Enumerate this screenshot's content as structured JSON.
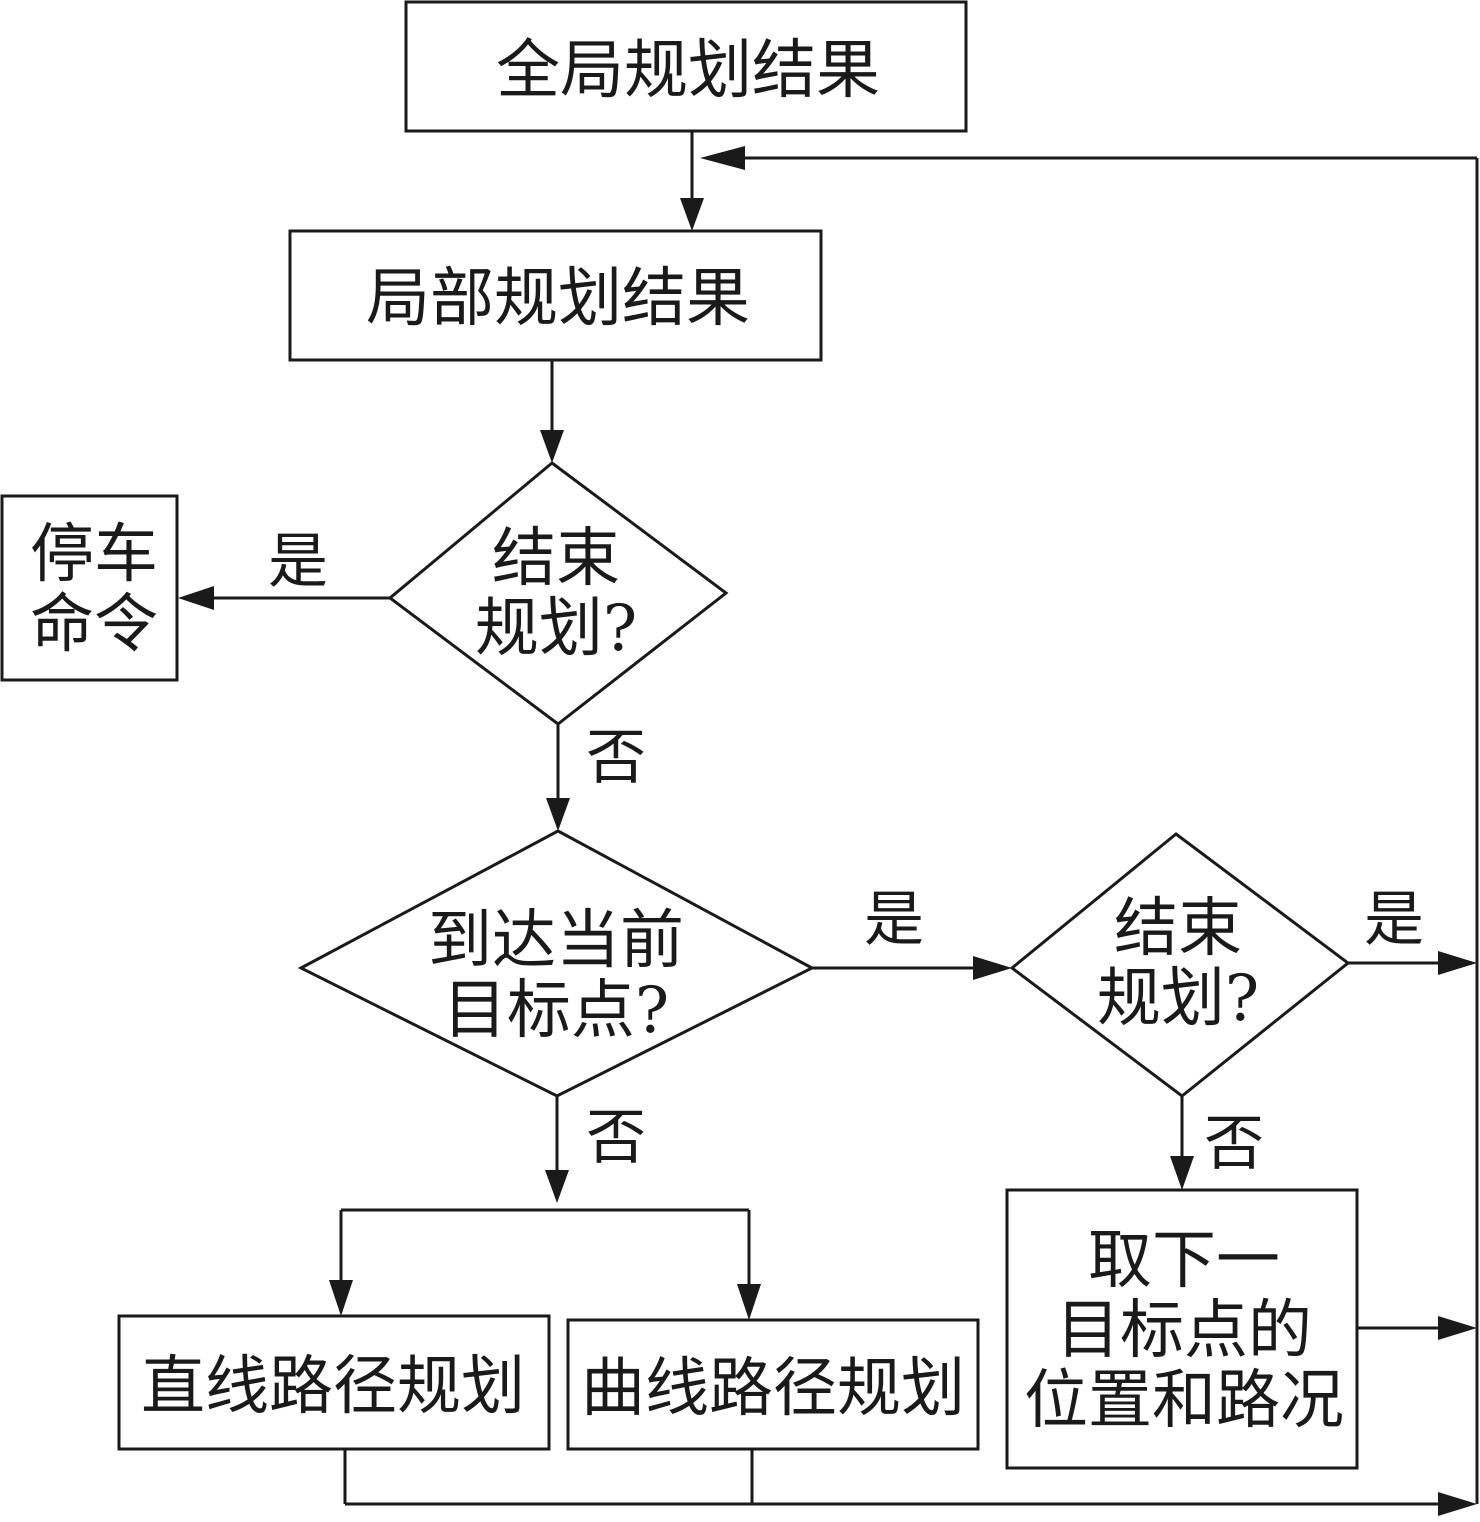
{
  "nodes": {
    "global_result": "全局规划结果",
    "local_result": "局部规划结果",
    "end_planning_1": [
      "结束",
      "规划?"
    ],
    "stop_command": [
      "停车",
      "命令"
    ],
    "reached_target": [
      "到达当前",
      "目标点?"
    ],
    "end_planning_2": [
      "结束",
      "规划?"
    ],
    "next_target": [
      "取下一",
      "目标点的",
      "位置和路况"
    ],
    "straight_path": "直线路径规划",
    "curve_path": "曲线路径规划"
  },
  "edge_labels": {
    "yes": "是",
    "no": "否"
  }
}
